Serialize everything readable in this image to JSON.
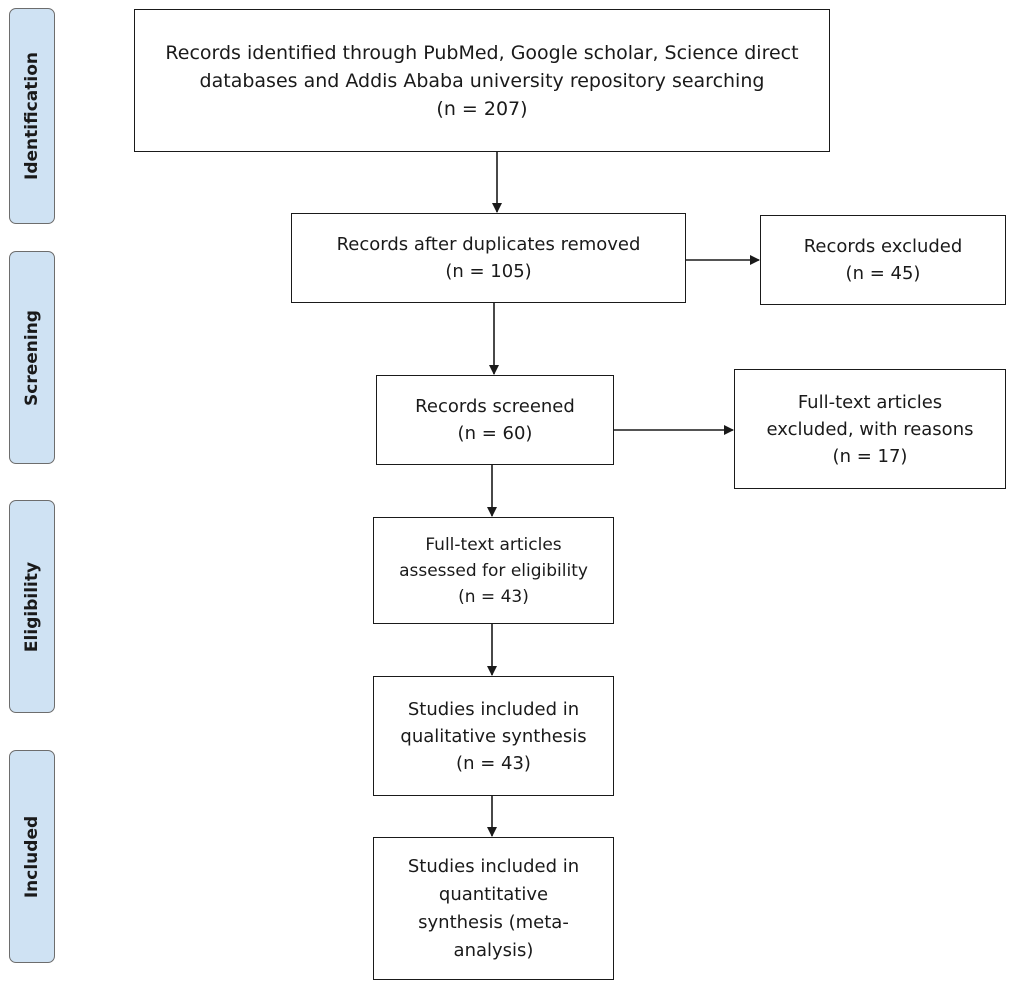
{
  "phases": {
    "identification": "Identification",
    "screening": "Screening",
    "eligibility": "Eligibility",
    "included": "Included"
  },
  "boxes": {
    "identified": {
      "line1": "Records identified through PubMed, Google scholar, Science direct",
      "line2": "databases and Addis Ababa university repository searching",
      "count": "(n = 207)"
    },
    "duplicates_removed": {
      "line1": "Records after duplicates removed",
      "count": "(n = 105)"
    },
    "records_excluded": {
      "line1": "Records excluded",
      "count": "(n = 45)"
    },
    "screened": {
      "line1": "Records screened",
      "count": "(n = 60)"
    },
    "fulltext_excluded": {
      "line1": "Full-text articles",
      "line2": "excluded, with reasons",
      "count": "(n = 17)"
    },
    "eligibility_assessed": {
      "line1": "Full-text articles",
      "line2": "assessed for eligibility",
      "count": "(n = 43)"
    },
    "qualitative": {
      "line1": "Studies included in",
      "line2": "qualitative synthesis",
      "count": "(n = 43)"
    },
    "quantitative": {
      "line1": "Studies included in",
      "line2": "quantitative",
      "line3": "synthesis (meta-",
      "line4": "analysis)"
    }
  },
  "colors": {
    "phase_fill": "#cfe2f3",
    "line": "#1a1a1a"
  }
}
